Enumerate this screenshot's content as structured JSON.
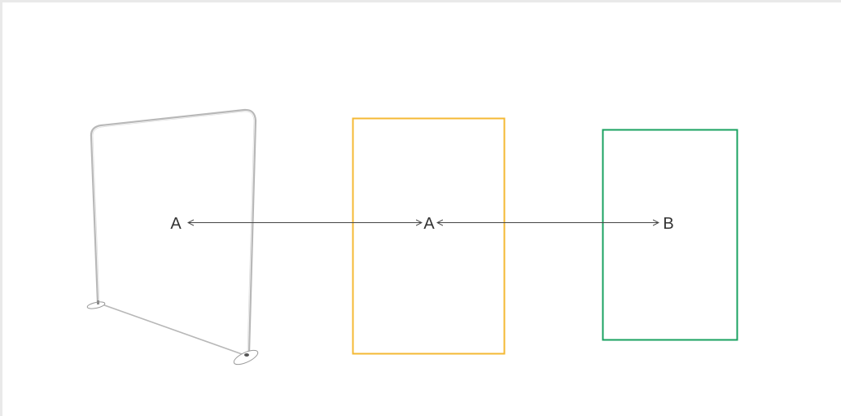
{
  "diagram": {
    "labels": {
      "a_left": "A",
      "a_middle": "A",
      "b_right": "B"
    },
    "colors": {
      "frame_outline": "#b8b8b8",
      "frame_outline_dark": "#8c8c8c",
      "yellow_rect": "#f4b934",
      "green_rect": "#1aa260",
      "arrow": "#444444",
      "label_text": "#333333",
      "page_border": "#e9e9e9"
    },
    "items": [
      "tension-fabric-frame-illustration",
      "yellow-rectangle",
      "green-rectangle",
      "arrow-a-to-a",
      "arrow-a-to-b"
    ]
  }
}
